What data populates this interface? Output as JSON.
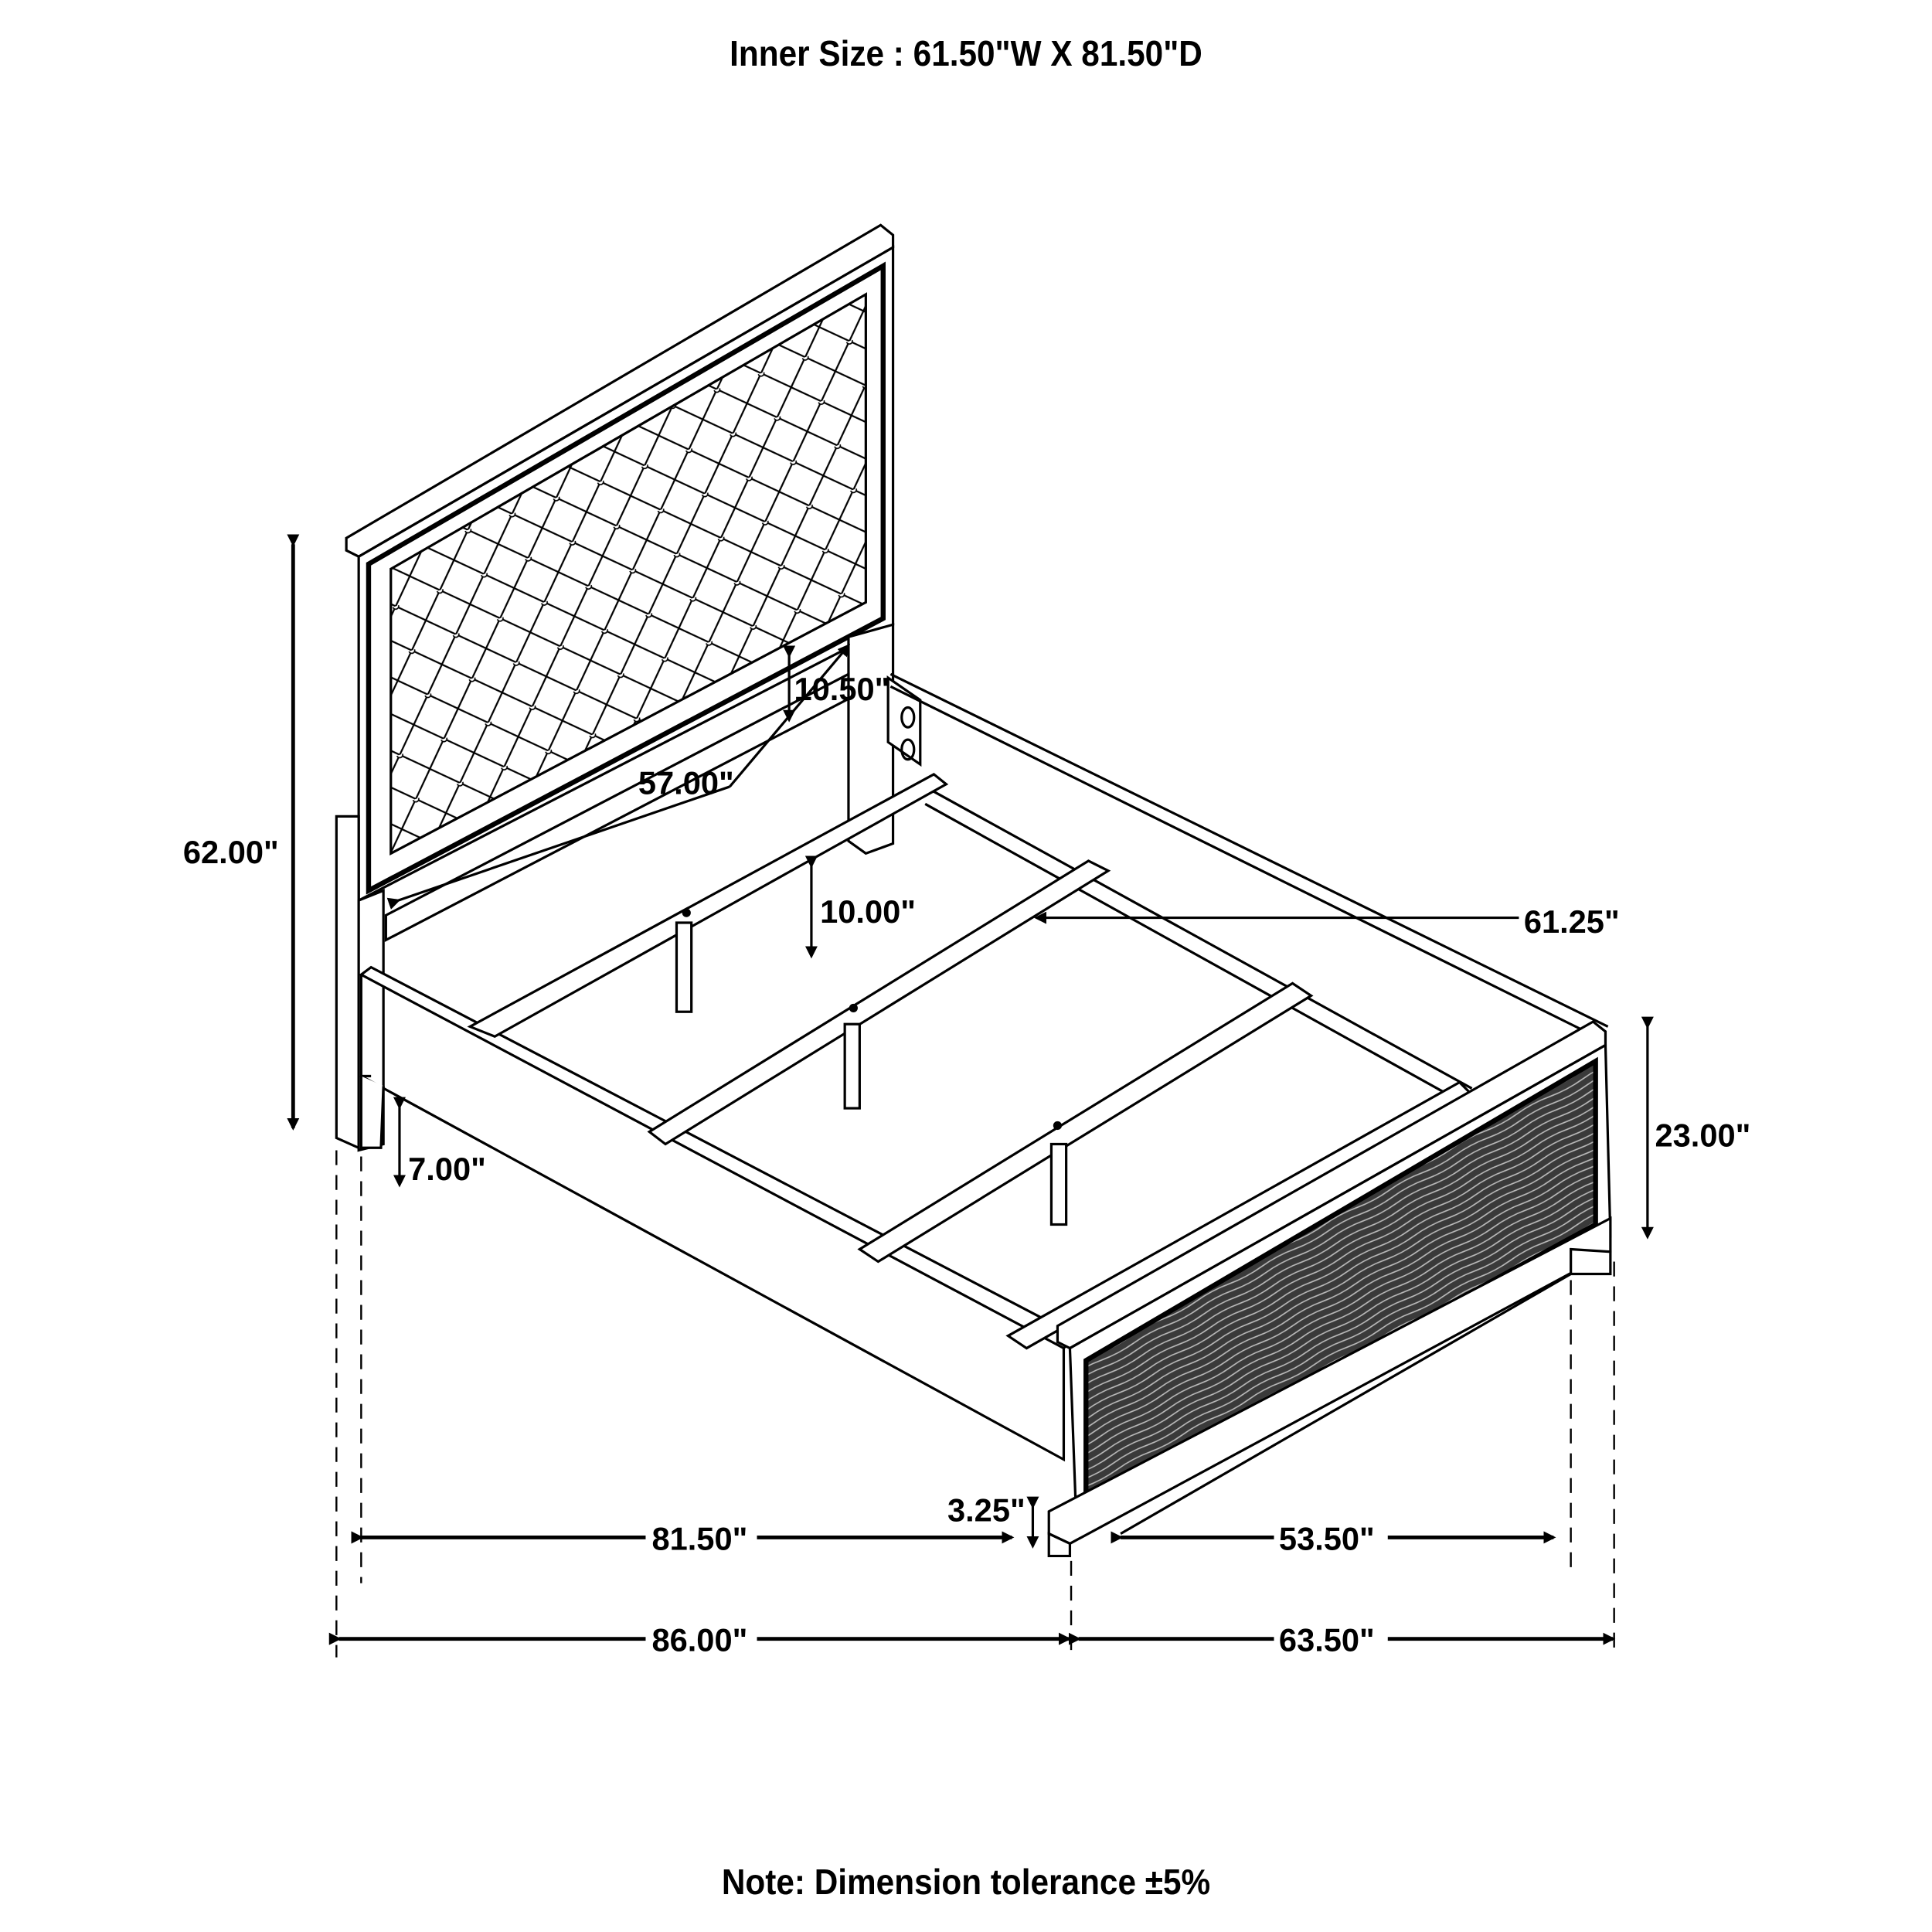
{
  "header": {
    "title": "Inner Size : 61.50\"W X 81.50\"D"
  },
  "footer": {
    "note": "Note: Dimension tolerance ±5%"
  },
  "drawing": {
    "subject": "bed-frame-isometric",
    "colors": {
      "line": "#000000",
      "background": "#ffffff",
      "panel_fill": "#555555"
    },
    "dimensions": {
      "headboard_height": "62.00\"",
      "headboard_panel_width": "57.00\"",
      "headboard_gap": "10.50\"",
      "rail_clearance": "10.00\"",
      "center_rail_length": "61.25\"",
      "footboard_height": "23.00\"",
      "leg_height": "7.00\"",
      "footboard_base": "3.25\"",
      "inner_length": "81.50\"",
      "inner_width_base": "53.50\"",
      "overall_length": "86.00\"",
      "overall_width": "63.50\""
    }
  }
}
